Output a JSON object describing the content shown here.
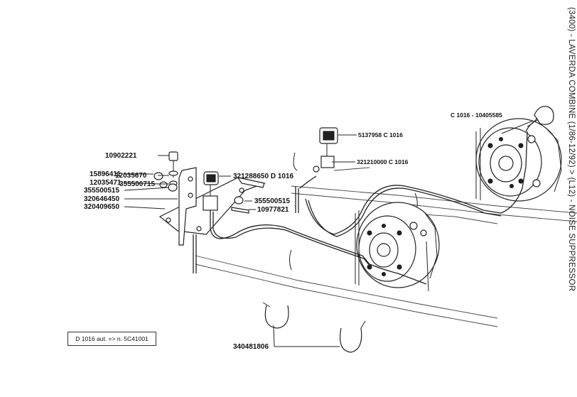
{
  "header": {
    "title": "(3400) - LAVERDA COMBINE (1/86-12/92) > (L12) - NOISE SUPPRESSOR"
  },
  "note": {
    "text": "D 1016 aut. => n. 5C41001"
  },
  "callouts": {
    "c1": "10902221",
    "c2": "12035670",
    "c3": "355500715",
    "c4": "320409650",
    "c5": "15896411",
    "c6": "12035471",
    "c7": "355500515",
    "c8": "320646450",
    "c9": "321288650 D 1016",
    "c10": "355500515",
    "c11": "10977821",
    "c12": "340481806",
    "c13": "5137958 C 1016",
    "c14": "321210000 C 1016",
    "c15": "C 1016 - 10405585"
  }
}
